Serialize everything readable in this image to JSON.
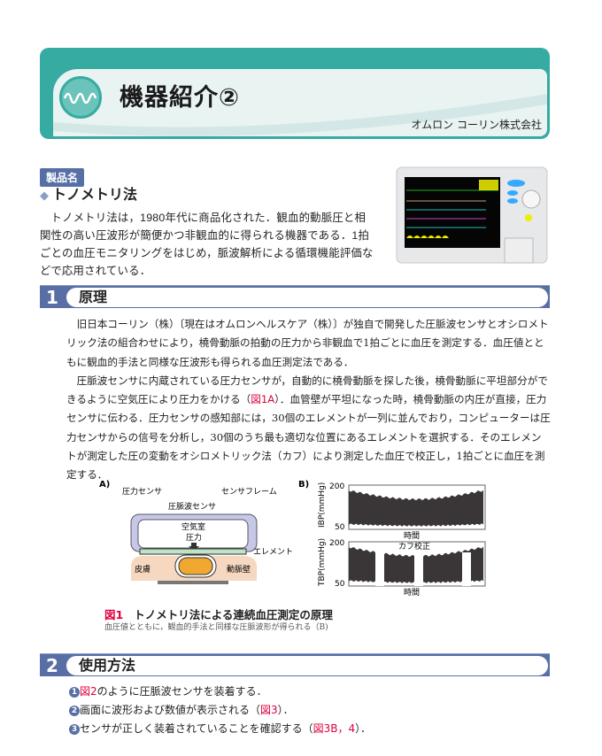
{
  "header": {
    "title": "機器紹介②",
    "company": "オムロン コーリン株式会社"
  },
  "product": {
    "badge": "製品名",
    "name": "トノメトリ法",
    "description": "トノメトリ法は，1980年代に商品化された．観血的動脈圧と相関性の高い圧波形が簡便かつ非観血的に得られる機器である．1拍ごとの血圧モニタリングをはじめ，脈波解析による循環機能評価などで応用されている．"
  },
  "section1": {
    "number": "1",
    "title": "原理",
    "p1": "旧日本コーリン（株）〔現在はオムロンヘルスケア（株）〕が独自で開発した圧脈波センサとオシロメトリック法の組合わせにより，橈骨動脈の拍動の圧力から非観血で1拍ごとに血圧を測定する．血圧値とともに観血的手法と同様な圧波形も得られる血圧測定法である．",
    "p2a": "圧脈波センサに内蔵されている圧力センサが，自動的に橈骨動脈を探した後，橈骨動脈に平坦部分ができるように空気圧により圧力をかける（",
    "p2ref": "図1A",
    "p2b": "）．血管壁が平坦になった時，橈骨動脈の内圧が直接，圧力センサに伝わる．圧力センサの感知部には，30個のエレメントが一列に並んでおり，コンピューターは圧力センサからの信号を分析し，30個のうち最も適切な位置にあるエレメントを選択する．そのエレメントが測定した圧の変動をオシロメトリック法（カフ）により測定した血圧で校正し，1拍ごとに血圧を測定する．"
  },
  "figure1": {
    "a": {
      "label": "A)",
      "pressure_sensor": "圧力センサ",
      "sensor_frame": "センサフレーム",
      "pulse_sensor": "圧脈波センサ",
      "air_chamber": "空気室",
      "pressure": "圧力",
      "element": "エレメント",
      "skin": "皮膚",
      "artery_wall": "動脈壁"
    },
    "b": {
      "label": "B)",
      "ibp_label": "IBP(mmHg)",
      "tbp_label": "TBP(mmHg)",
      "y_max": "200",
      "y_min": "50",
      "x_label": "時間",
      "cuff_label": "カフ校正"
    },
    "caption_num": "図1",
    "caption": "トノメトリ法による連続血圧測定の原理",
    "subcaption": "血圧値とともに，観血的手法と同様な圧脈波形が得られる（B)"
  },
  "section2": {
    "number": "2",
    "title": "使用方法",
    "items": [
      {
        "n": "1",
        "ref": "図2",
        "text": "のように圧脈波センサを装着する．",
        "pre": ""
      },
      {
        "n": "2",
        "pre": "画面に波形および数値が表示される（",
        "ref": "図3",
        "text": "）．"
      },
      {
        "n": "3",
        "pre": "センサが正しく装着されていることを確認する（",
        "ref": "図3B，4",
        "text": "）．"
      }
    ]
  },
  "colors": {
    "teal": "#35aba2",
    "section": "#5a6ea6",
    "red": "#e0003c"
  }
}
